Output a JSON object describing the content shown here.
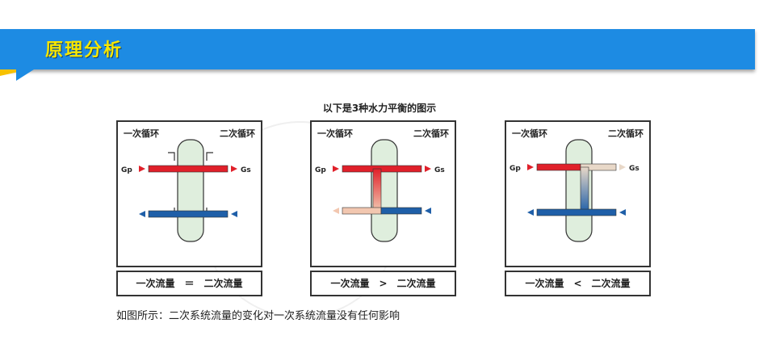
{
  "header": {
    "title": "原理分析",
    "accent": "#1d8be3",
    "title_color": "#f7e600"
  },
  "diagram": {
    "subtitle": "以下是3种水力平衡的图示",
    "primary_label": "一次循环",
    "secondary_label": "二次循环",
    "gp": "Gp",
    "gs": "Gs",
    "panels": [
      {
        "relation": "一次流量　＝　二次流量"
      },
      {
        "relation": "一次流量　>　二次流量"
      },
      {
        "relation": "一次流量　<　二次流量"
      }
    ]
  },
  "caption": "如图所示：二次系统流量的变化对一次系统流量没有任何影响",
  "colors": {
    "hot": "#e0202a",
    "cold": "#1f5fa8",
    "vessel": "#dfeedd"
  }
}
